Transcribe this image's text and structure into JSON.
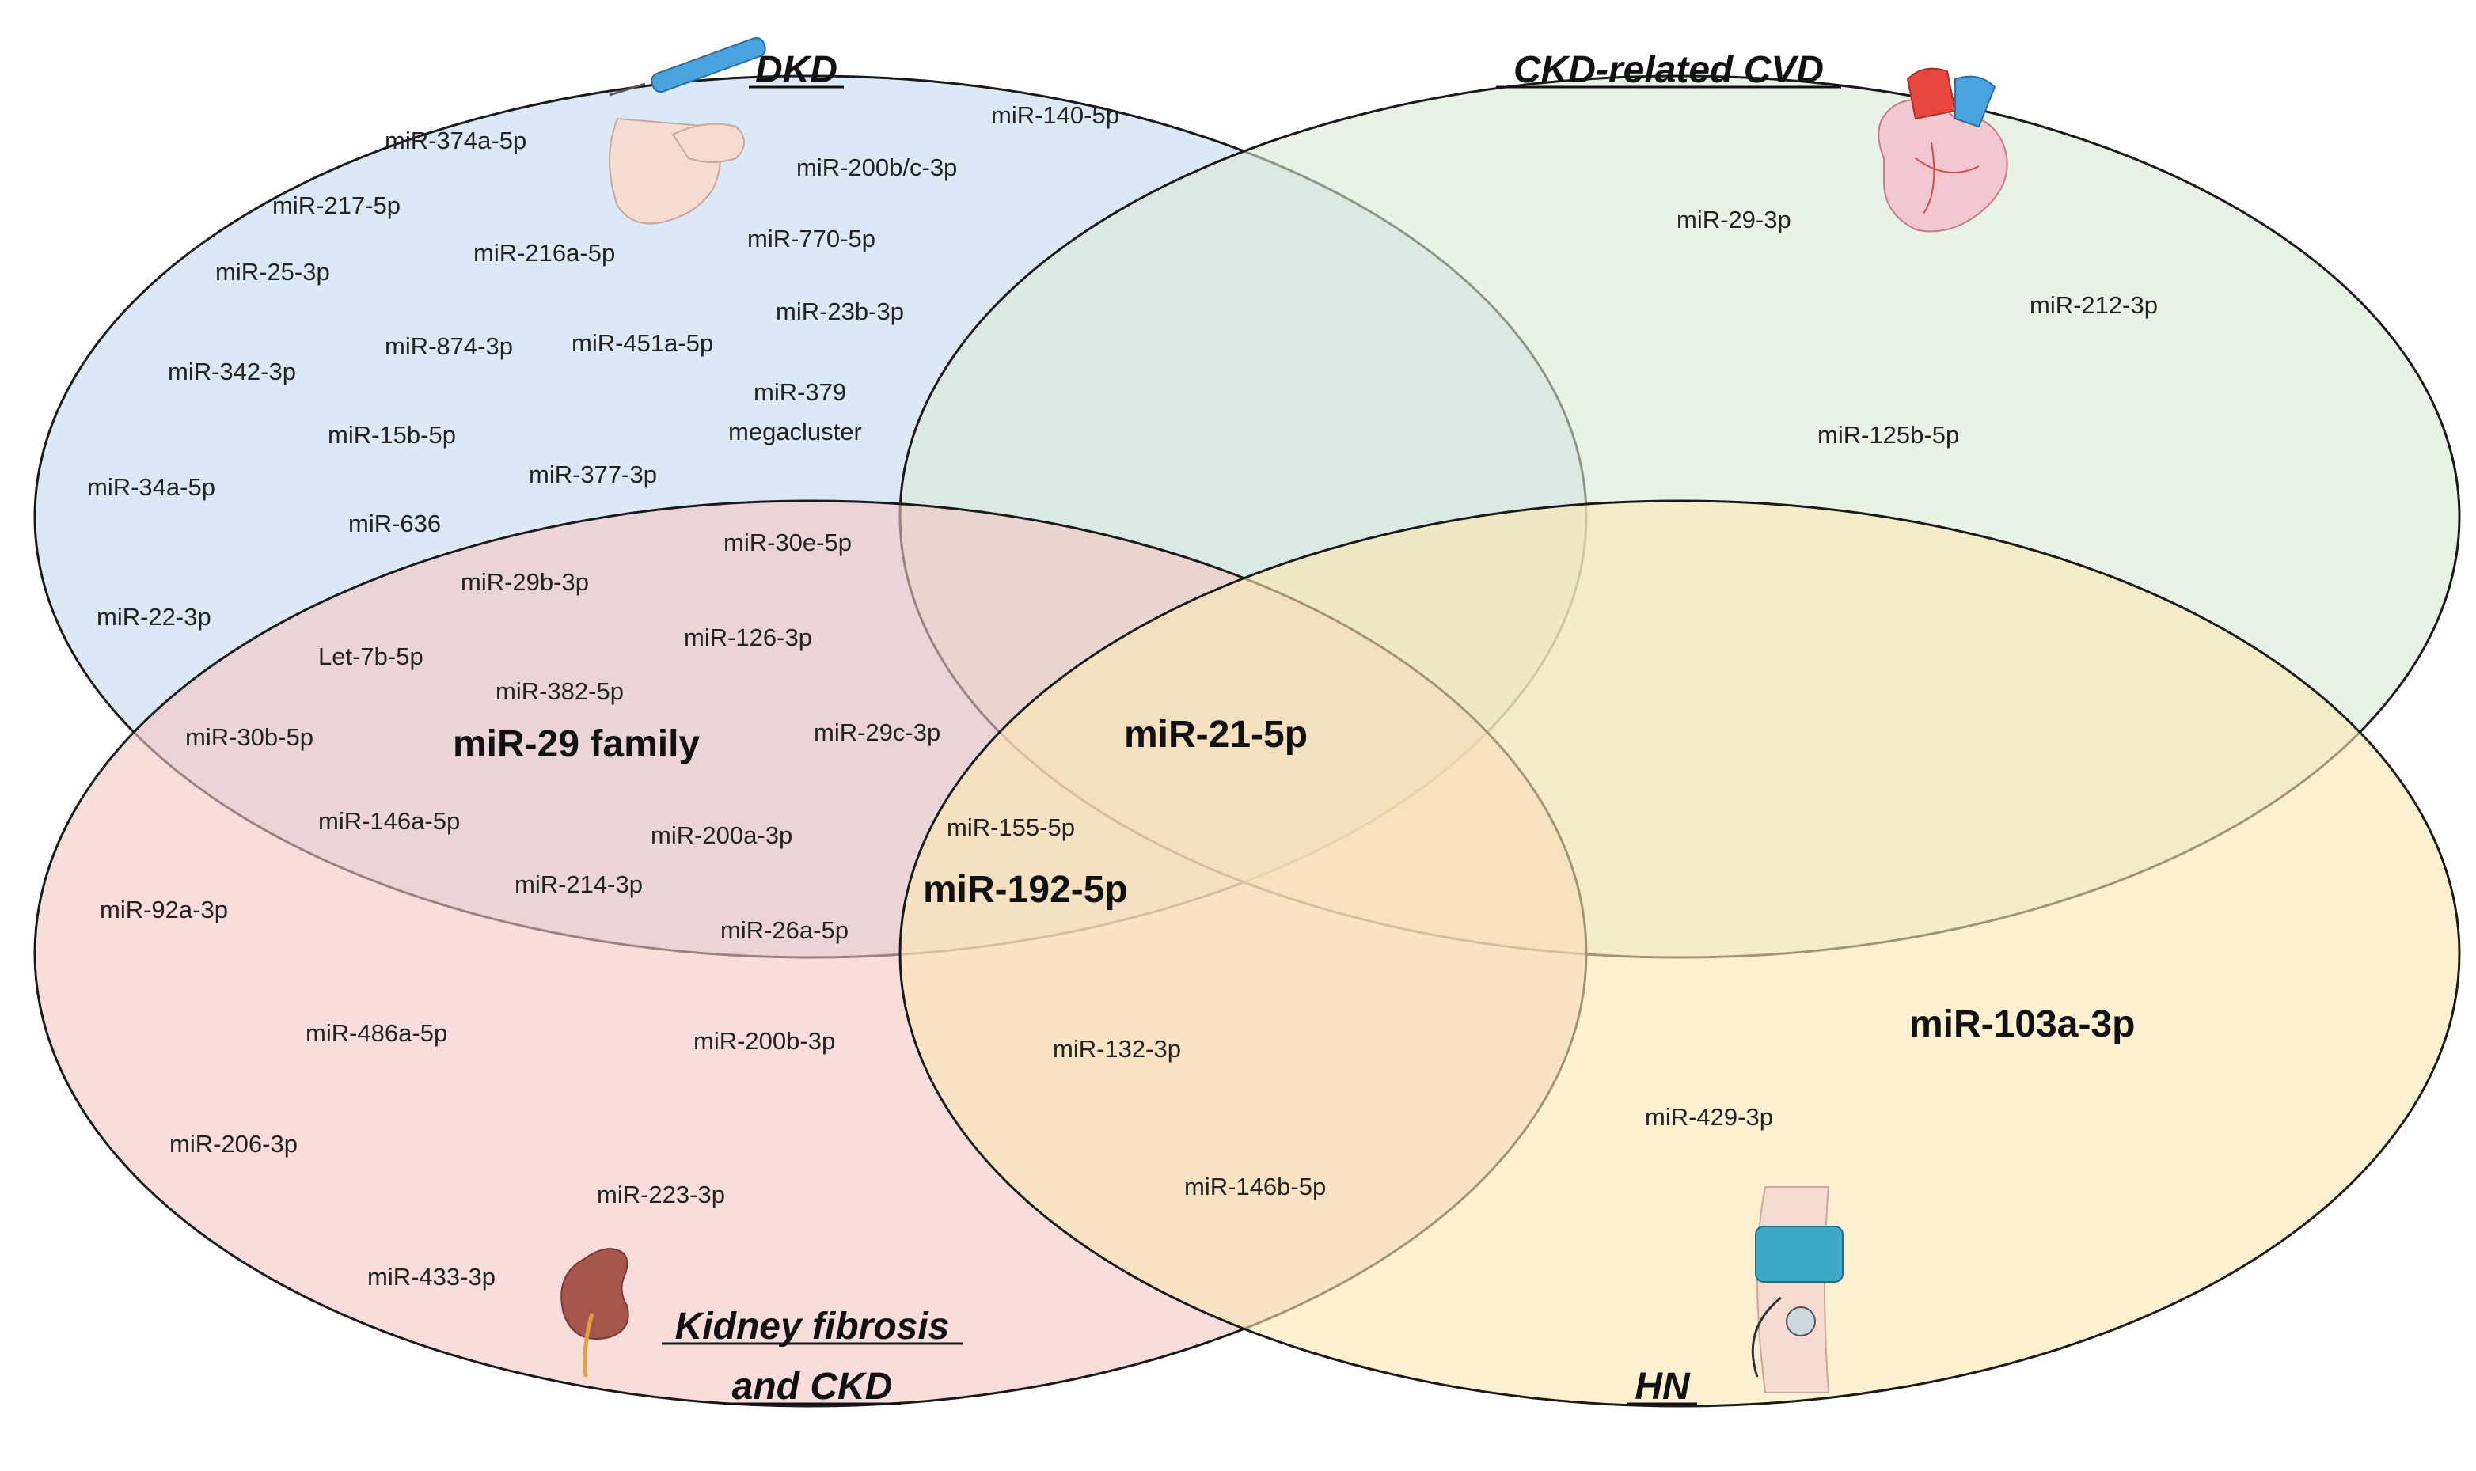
{
  "sets": {
    "dkd": {
      "label": "DKD",
      "color": "#cfe2f3"
    },
    "cvd": {
      "label": "CKD-related CVD",
      "color": "#d9ead3"
    },
    "fibrosis": {
      "label_line1": "Kidney fibrosis",
      "label_line2": "and CKD",
      "color": "#f4c7c3"
    },
    "hn": {
      "label": "HN",
      "color": "#fce8b2"
    }
  },
  "mirnas": {
    "dkd_only": [
      "miR-374a-5p",
      "miR-140-5p",
      "miR-200b/c-3p",
      "miR-217-5p",
      "miR-216a-5p",
      "miR-770-5p",
      "miR-25-3p",
      "miR-23b-3p",
      "miR-874-3p",
      "miR-451a-5p",
      "miR-342-3p",
      "miR-379",
      "megacluster",
      "miR-15b-5p",
      "miR-377-3p",
      "miR-34a-5p",
      "miR-636",
      "miR-22-3p"
    ],
    "dkd_fibrosis": [
      "miR-30e-5p",
      "miR-29b-3p",
      "miR-126-3p",
      "Let-7b-5p",
      "miR-382-5p",
      "miR-30b-5p",
      "miR-29c-3p",
      "miR-146a-5p",
      "miR-200a-3p",
      "miR-214-3p",
      "miR-26a-5p"
    ],
    "dkd_fibrosis_bold": "miR-29 family",
    "cvd_only": [
      "miR-29-3p",
      "miR-212-3p",
      "miR-125b-5p"
    ],
    "all_four": "miR-21-5p",
    "dkd_fibrosis_hn": "miR-155-5p",
    "fibrosis_hn_bold": "miR-192-5p",
    "fibrosis_only": [
      "miR-92a-3p",
      "miR-486a-5p",
      "miR-200b-3p",
      "miR-206-3p",
      "miR-223-3p",
      "miR-433-3p"
    ],
    "fibrosis_hn": [
      "miR-132-3p",
      "miR-146b-5p"
    ],
    "hn_only_bold": "miR-103a-3p",
    "hn_only": [
      "miR-429-3p"
    ]
  },
  "icons": [
    "insulin-pen-icon",
    "heart-icon",
    "kidney-icon",
    "blood-pressure-cuff-icon"
  ]
}
